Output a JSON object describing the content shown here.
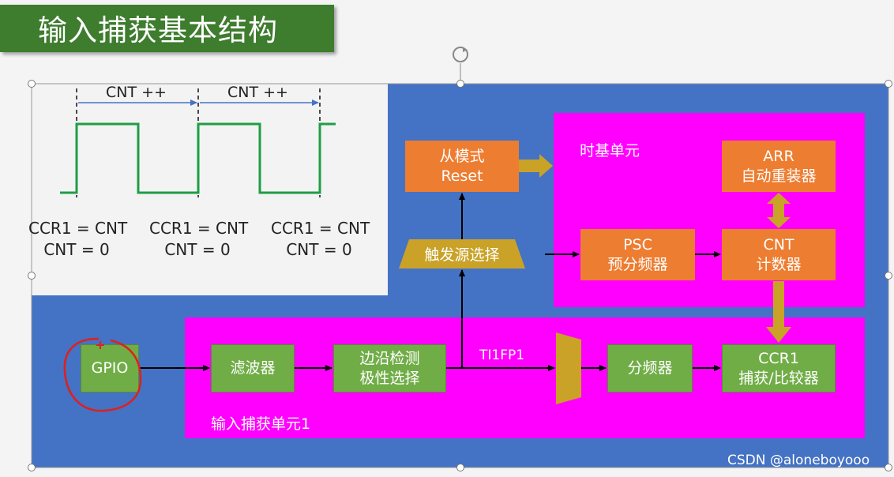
{
  "title": "输入捕获基本结构",
  "waveform": {
    "cnt_labels": [
      "CNT ++",
      "CNT ++"
    ],
    "events": [
      {
        "line1": "CCR1 = CNT",
        "line2": "CNT = 0"
      },
      {
        "line1": "CCR1 = CNT",
        "line2": "CNT = 0"
      },
      {
        "line1": "CCR1 = CNT",
        "line2": "CNT = 0"
      }
    ]
  },
  "blocks": {
    "slave_mode": {
      "line1": "从模式",
      "line2": "Reset"
    },
    "trigger_select": "触发源选择",
    "timebase_label": "时基单元",
    "arr": {
      "line1": "ARR",
      "line2": "自动重装器"
    },
    "psc": {
      "line1": "PSC",
      "line2": "预分频器"
    },
    "cnt": {
      "line1": "CNT",
      "line2": "计数器"
    },
    "gpio": "GPIO",
    "filter": "滤波器",
    "edge_detect": {
      "line1": "边沿检测",
      "line2": "极性选择"
    },
    "ti1fp1": "TI1FP1",
    "divider": "分频器",
    "ccr1": {
      "line1": "CCR1",
      "line2": "捕获/比较器"
    },
    "input_capture_label": "输入捕获单元1"
  },
  "watermark": "CSDN @aloneboyooo",
  "colors": {
    "title_bg": "#3e7c2e",
    "panel_blue": "#4472c4",
    "pink": "#ff00ff",
    "orange": "#ed7d31",
    "green": "#70ad47",
    "gold": "#c9a227",
    "wave_green": "#1e9e45",
    "annotation_red": "#e0201a"
  }
}
